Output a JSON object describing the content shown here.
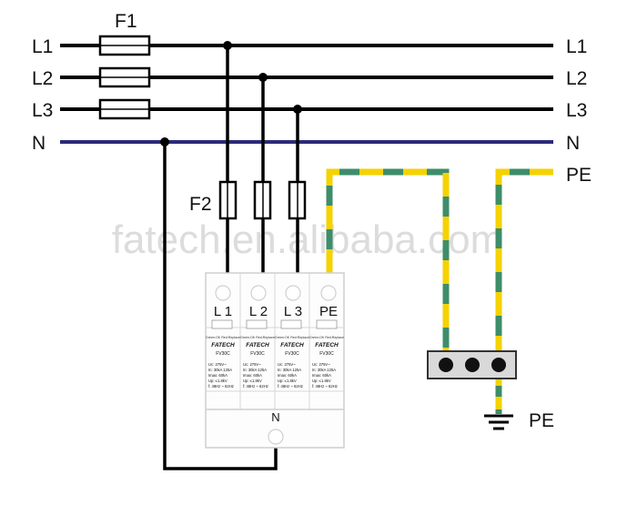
{
  "lines": {
    "l1": "L1",
    "l2": "L2",
    "l3": "L3",
    "n": "N",
    "pe": "PE"
  },
  "fuses": {
    "f1": "F1",
    "f2": "F2"
  },
  "watermark": "fatech.en.alibaba.com",
  "device": {
    "terminals": [
      "L 1",
      "L 2",
      "L 3",
      "PE"
    ],
    "bottom_label": "N",
    "brand": "FATECH",
    "model": "FV30C",
    "module_header": "Green:OK Red:Replace",
    "spec_lines": [
      "Uc: 275V~",
      "In: 30kA 125A",
      "Imax: 60kA",
      "Up: ≤1.8kV",
      "f: 48Hz ~ 62Hz"
    ]
  },
  "ground_label": "PE",
  "colors": {
    "phase": "#000000",
    "neutral": "#2b2a7a",
    "pe_green": "#3e8d6a",
    "pe_yellow": "#f5d200",
    "device_outline": "#cfcfcf",
    "terminal_block": "#d9d9d9"
  }
}
